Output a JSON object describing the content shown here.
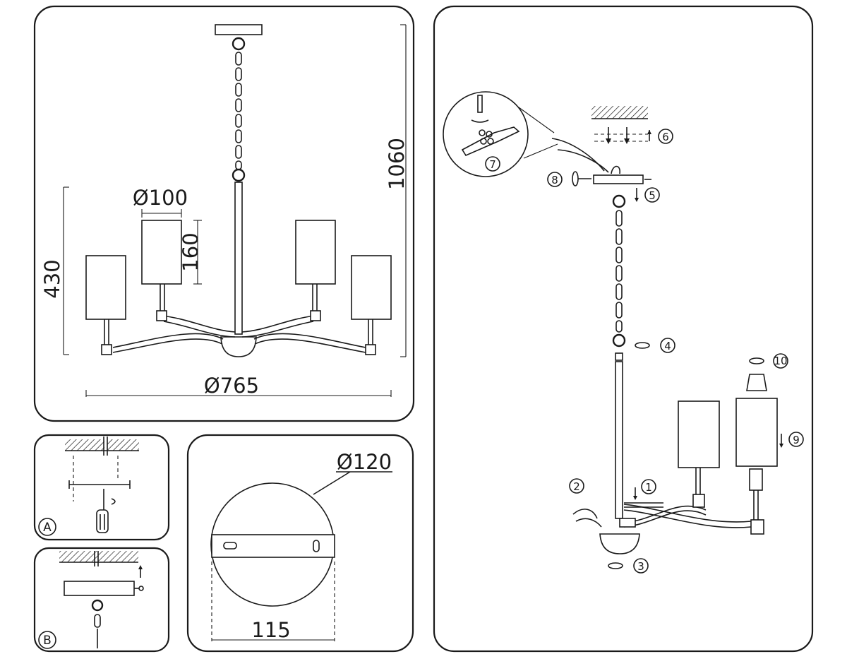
{
  "dimensions": {
    "shade_diameter": "Ø100",
    "shade_height": "160",
    "lamp_height": "430",
    "total_height": "1060",
    "total_diameter": "Ø765",
    "canopy_diameter": "Ø120",
    "bracket_width": "115"
  },
  "detail_labels": {
    "a": "A",
    "b": "B"
  },
  "steps": [
    "1",
    "2",
    "3",
    "4",
    "5",
    "6",
    "7",
    "8",
    "9",
    "10"
  ]
}
